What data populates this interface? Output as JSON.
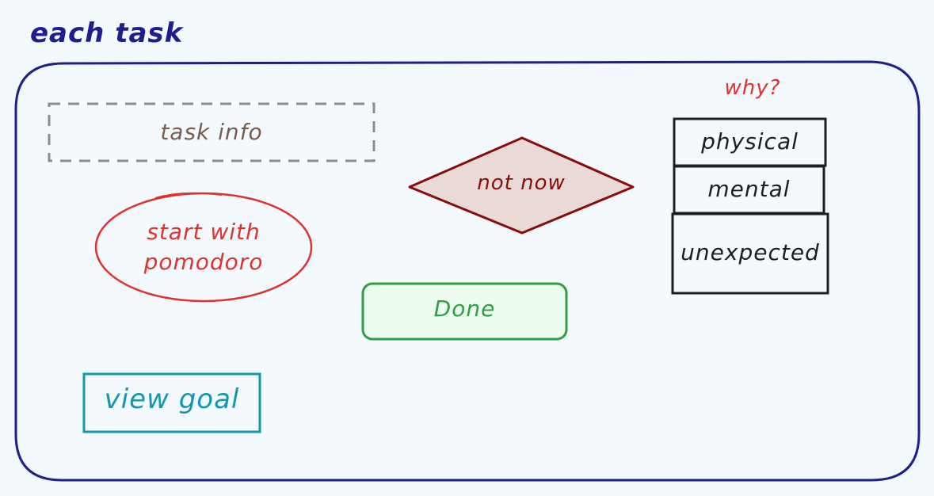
{
  "title": "each task",
  "task_info": {
    "label": "task info"
  },
  "pomodoro": {
    "label_line1": "start with",
    "label_line2": "pomodoro"
  },
  "not_now": {
    "label": "not now"
  },
  "done": {
    "label": "Done"
  },
  "view_goal": {
    "label": "view goal"
  },
  "why": {
    "question": "why?",
    "options": [
      "physical",
      "mental",
      "unexpected"
    ]
  },
  "colors": {
    "frame": "#1e1e8c",
    "title": "#1e1e8c",
    "task_info_border": "#868e96",
    "task_info_text": "#7a5c4f",
    "pomodoro": "#e03131",
    "not_now_stroke": "#8a0b0b",
    "not_now_fill": "#eadad6",
    "done_stroke": "#2f9e44",
    "done_fill": "#ebfbee",
    "view_goal": "#1098ad",
    "why": "#e03131",
    "options_stroke": "#1e1e1e"
  }
}
